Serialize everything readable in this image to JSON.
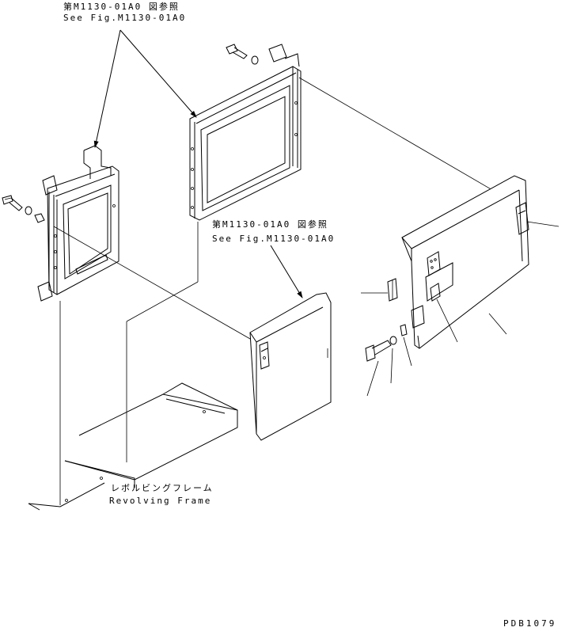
{
  "callouts": {
    "top_ref_jp": "第M1130-01A0 図参照",
    "top_ref_en": "See Fig.M1130-01A0",
    "mid_ref_jp": "第M1130-01A0 図参照",
    "mid_ref_en": "See Fig.M1130-01A0",
    "frame_jp": "レボルビングフレーム",
    "frame_en": "Revolving Frame"
  },
  "drawing_code": "PDB1079"
}
